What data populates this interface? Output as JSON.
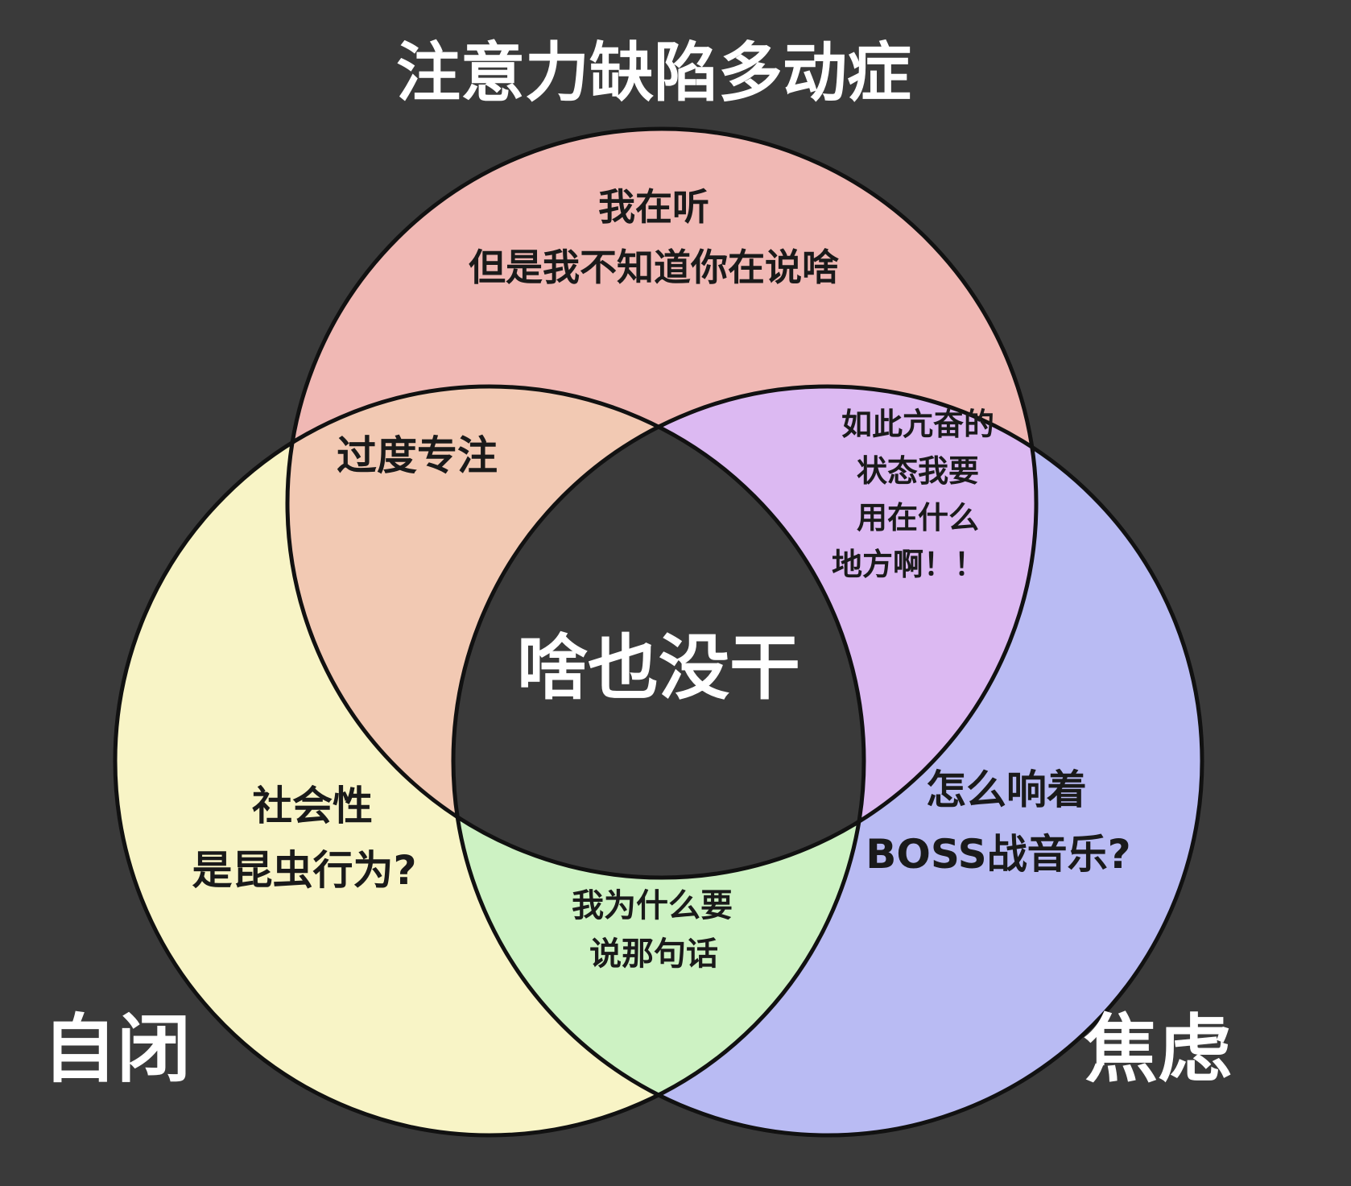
{
  "title": "注意力缺陷多动症",
  "sets": {
    "adhd": {
      "label": "注意力缺陷多动症",
      "color": "#f0b8b4"
    },
    "autism": {
      "label": "自闭",
      "color": "#f8f4c6"
    },
    "anxiety": {
      "label": "焦虑",
      "color": "#b9bbf3"
    }
  },
  "regions": {
    "adhd_only": {
      "line1": "我在听",
      "line2": "但是我不知道你在说啥"
    },
    "adhd_autism": {
      "text": "过度专注",
      "color": "#f2c9b3"
    },
    "adhd_anxiety": {
      "line1": "如此亢奋的",
      "line2": "状态我要",
      "line3": "用在什么",
      "line4": "地方啊！！",
      "color": "#dcb9f2"
    },
    "center": {
      "text": "啥也没干",
      "color": "#3a3a3a"
    },
    "autism_only": {
      "line1": "社会性",
      "line2": "是昆虫行为?"
    },
    "anxiety_only": {
      "line1": "怎么响着",
      "line2": "BOSS战音乐?"
    },
    "autism_anxiety": {
      "line1": "我为什么要",
      "line2": "说那句话",
      "color": "#cdf2c3"
    }
  },
  "circle_labels": {
    "autism": "自闭",
    "anxiety": "焦虑"
  },
  "colors": {
    "background": "#3a3a3a",
    "outline": "#111111"
  }
}
